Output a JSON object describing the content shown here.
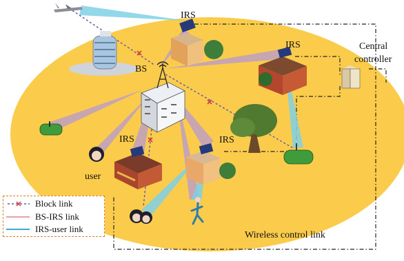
{
  "labels": {
    "irs_top": "IRS",
    "irs_right": "IRS",
    "irs_left": "IRS",
    "irs_mid": "IRS",
    "bs": "BS",
    "central_controller_line1": "Central",
    "central_controller_line2": "controller",
    "user": "user",
    "wireless_control_link": "Wireless control link"
  },
  "legend": {
    "block_link": "Block link",
    "bs_irs_link": "BS-IRS link",
    "irs_user_link": "IRS-user link"
  },
  "colors": {
    "coverage_area": "#fbcc4b",
    "bs_irs_link": "#b79ad1",
    "irs_user_link": "#7fd0e6",
    "block_link": "#6a5aa8",
    "block_marker": "#d23c3c",
    "control_link": "#222222",
    "legend_border": "#e07a1f"
  }
}
